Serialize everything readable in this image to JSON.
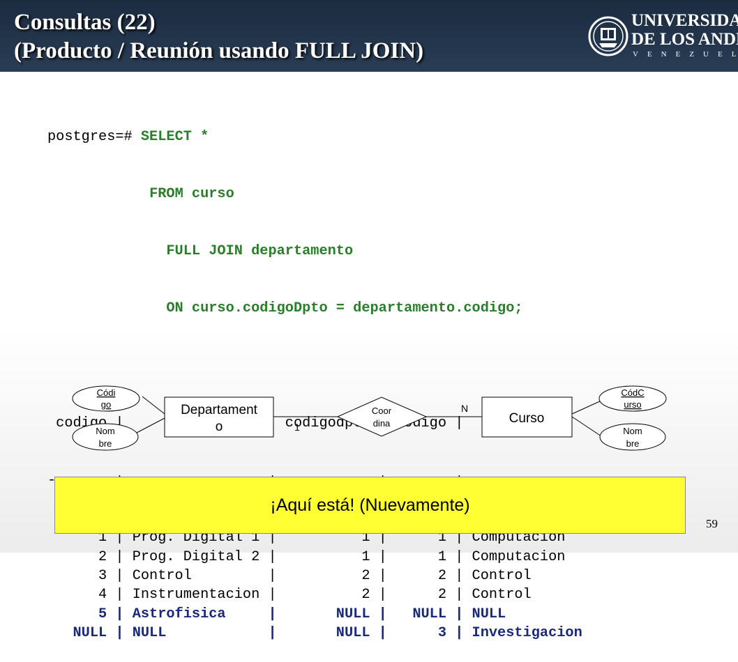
{
  "title": {
    "line1": "Consultas (22)",
    "line2": "(Producto / Reunión usando FULL JOIN)"
  },
  "logo": {
    "line1": "UNIVERSIDAD",
    "line2": "DE LOS ANDES",
    "line3": "VENEZUELA",
    "icon": "university-crest-icon"
  },
  "query": {
    "prompt": "postgres=# ",
    "lines": [
      "SELECT *",
      "FROM curso",
      "FULL JOIN departamento",
      "ON curso.codigoDpto = departamento.codigo;"
    ]
  },
  "result": {
    "header": " codigo |     nombre      | codigodpto | codigo |    nombre",
    "separator": "--------+-----------------+------------+--------+---------------",
    "rows": [
      {
        "text": "      1 | Prog. Digital 1 |          1 |      1 | Computacion",
        "highlight": false
      },
      {
        "text": "      2 | Prog. Digital 2 |          1 |      1 | Computacion",
        "highlight": false
      },
      {
        "text": "      3 | Control         |          2 |      2 | Control",
        "highlight": false
      },
      {
        "text": "      4 | Instrumentacion |          2 |      2 | Control",
        "highlight": false
      },
      {
        "text": "      5 | Astrofisica     |       NULL |   NULL | NULL",
        "highlight": true
      },
      {
        "text": "   NULL | NULL            |       NULL |      3 | Investigacion",
        "highlight": true
      }
    ]
  },
  "er": {
    "entity_left": [
      "Departament",
      "o"
    ],
    "entity_right": "Curso",
    "relationship": [
      "Coor",
      "dina"
    ],
    "card_left": "1",
    "card_right": "N",
    "attr_left_top": [
      "Códi",
      "go"
    ],
    "attr_left_bottom": [
      "Nom",
      "bre"
    ],
    "attr_right_top": [
      "CódC",
      "urso"
    ],
    "attr_right_bottom": [
      "Nom",
      "bre"
    ]
  },
  "note": "¡Aquí está! (Nuevamente)",
  "page_number": "59",
  "colors": {
    "header": "#1b2b40",
    "keyword": "#2a7d2a",
    "highlight": "#1a2a78",
    "note_bg": "#ffff33"
  }
}
